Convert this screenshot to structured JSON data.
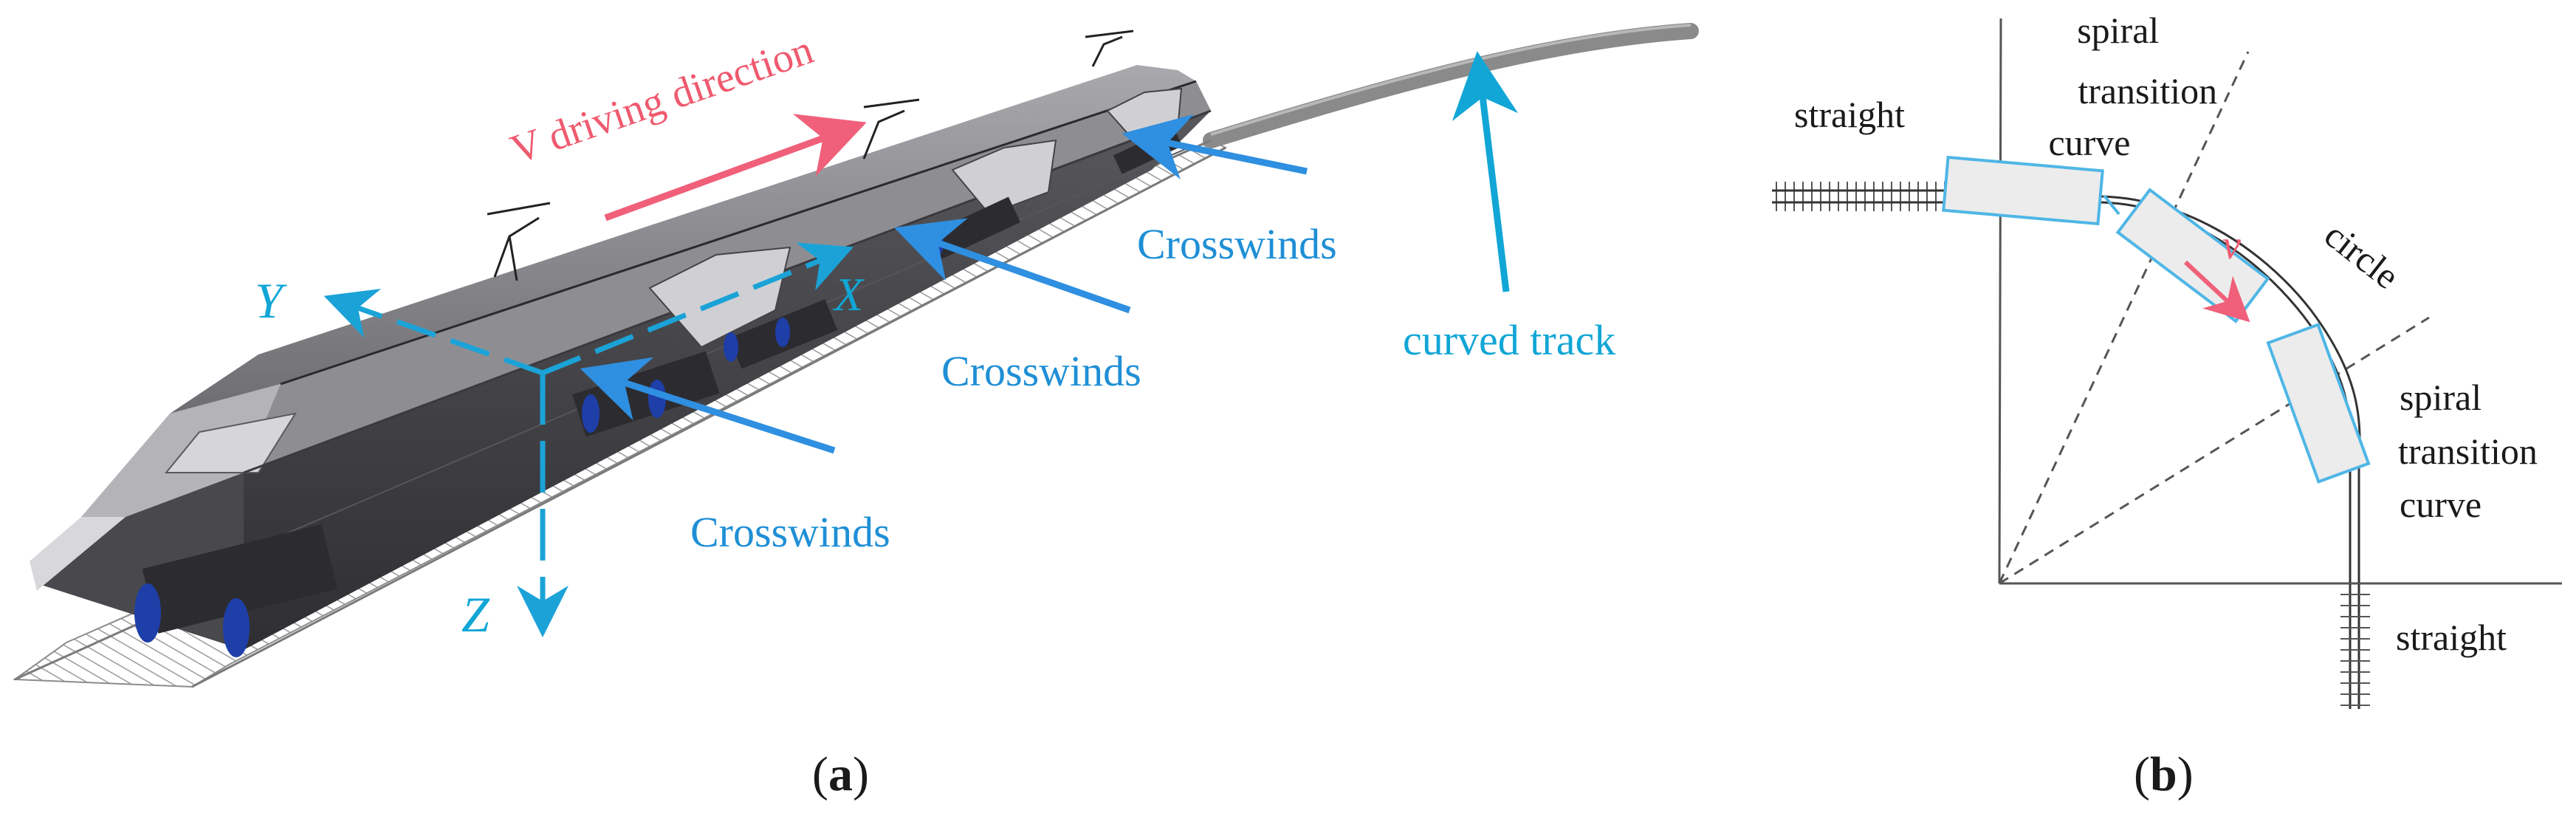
{
  "colors": {
    "axis": "#1ba3d8",
    "crosswind": "#2f8fe0",
    "driving": "#f0607a",
    "track_label": "#11a6d6",
    "train_body": "#7c7c80",
    "train_dark": "#3c3c40",
    "wheel": "#1e3ea8",
    "car_outline": "#4fb6e6",
    "car_fill": "#ececec"
  },
  "panel_a": {
    "driving_label": "V driving direction",
    "axis_y": "Y",
    "axis_x": "X",
    "axis_z": "Z",
    "crosswinds_1": "Crosswinds",
    "crosswinds_2": "Crosswinds",
    "crosswinds_3": "Crosswinds",
    "track_label": "curved track",
    "caption_letter": "a"
  },
  "panel_b": {
    "straight_top": "straight",
    "spiral_top": [
      "spiral",
      "transition",
      "curve"
    ],
    "circle": "circle",
    "speed": "v",
    "spiral_bottom": [
      "spiral",
      "transition",
      "curve"
    ],
    "straight_bottom": "straight",
    "caption_letter": "b"
  },
  "caption_paren_open": "(",
  "caption_paren_close": ")"
}
